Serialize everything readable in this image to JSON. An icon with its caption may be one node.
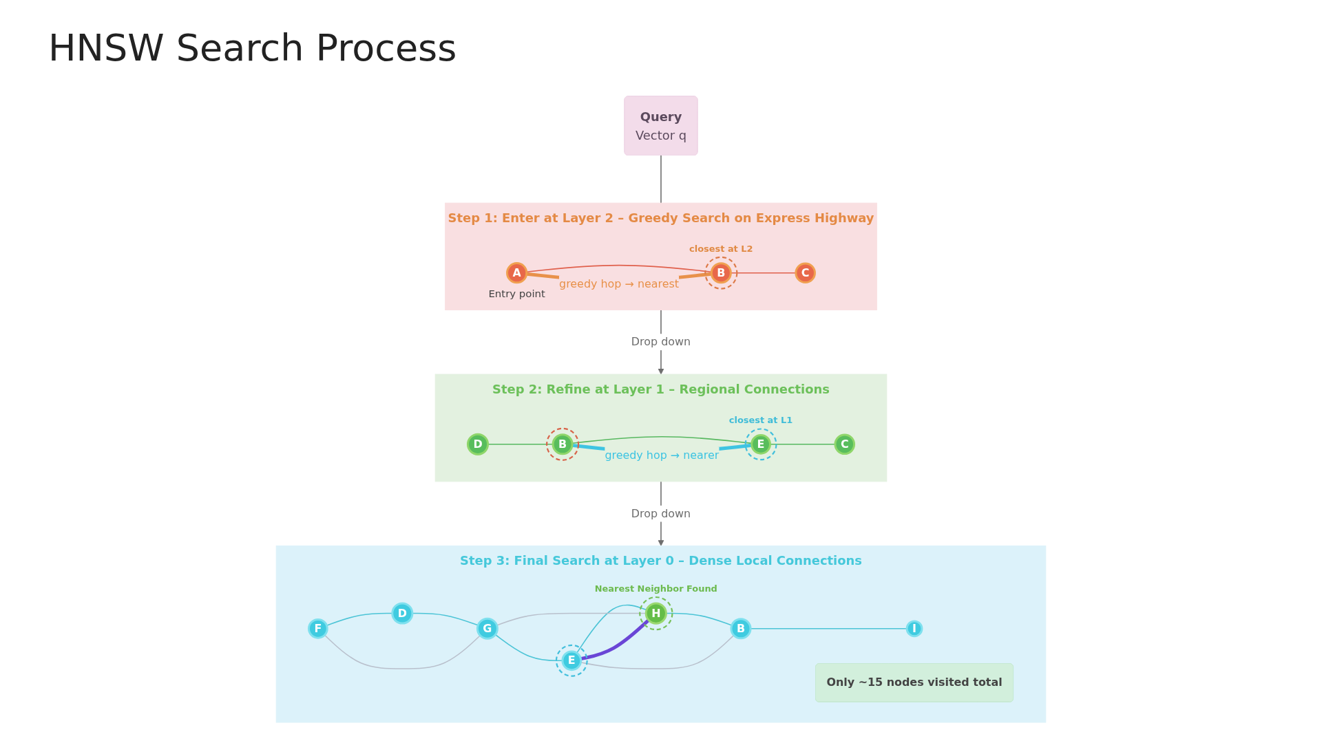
{
  "diagram": {
    "title": "HNSW Search Process",
    "nodes": [
      {
        "text": [
          "Query",
          "Vector q"
        ]
      },
      {
        "text": [
          "Step 1: Enter at Layer 2 – Greedy Search on Express Highway"
        ]
      },
      {
        "text": [
          "A"
        ],
        "in": 1,
        "beside": [
          "Entry point"
        ]
      },
      {
        "text": [
          "B"
        ],
        "in": 1,
        "beside": [
          "closest at L2"
        ]
      },
      {
        "text": [
          "C"
        ],
        "in": 1
      },
      {
        "text": [
          "Step 2: Refine at Layer 1 – Regional Connections"
        ]
      },
      {
        "text": [
          "D"
        ],
        "in": 5
      },
      {
        "text": [
          "B"
        ],
        "in": 5
      },
      {
        "text": [
          "E"
        ],
        "in": 5,
        "beside": [
          "closest at L1"
        ]
      },
      {
        "text": [
          "C"
        ],
        "in": 5
      },
      {
        "text": [
          "Step 3: Final Search at Layer 0 – Dense Local Connections"
        ]
      },
      {
        "text": [
          "F"
        ],
        "in": 10
      },
      {
        "text": [
          "D"
        ],
        "in": 10
      },
      {
        "text": [
          "G"
        ],
        "in": 10
      },
      {
        "text": [
          "E"
        ],
        "in": 10
      },
      {
        "text": [
          "H"
        ],
        "in": 10,
        "beside": [
          "Nearest Neighbor Found"
        ]
      },
      {
        "text": [
          "B"
        ],
        "in": 10
      },
      {
        "text": [
          "I"
        ],
        "in": 10
      },
      {
        "text": [
          "Only ~15 nodes visited total"
        ],
        "in": 10
      }
    ],
    "edges": [
      {
        "from": 0,
        "to": 1,
        "arrow": "none",
        "color": "#6e6e6e"
      },
      {
        "from": 2,
        "to": 3,
        "arrow": "none",
        "color": "#e0604c"
      },
      {
        "from": 2,
        "to": 3,
        "arrow": "none",
        "label": "greedy hop → nearest",
        "style": "thick",
        "color": "#e8914a"
      },
      {
        "from": 3,
        "to": 4,
        "arrow": "none",
        "color": "#e0604c"
      },
      {
        "from": 1,
        "to": 5,
        "arrow": "to",
        "label": "Drop down",
        "color": "#6e6e6e"
      },
      {
        "from": 6,
        "to": 7,
        "arrow": "none",
        "color": "#58b860"
      },
      {
        "from": 7,
        "to": 8,
        "arrow": "none",
        "color": "#58b860"
      },
      {
        "from": 7,
        "to": 8,
        "arrow": "none",
        "label": "greedy hop → nearer",
        "style": "thick",
        "color": "#3ec4e2"
      },
      {
        "from": 8,
        "to": 9,
        "arrow": "none",
        "color": "#58b860"
      },
      {
        "from": 5,
        "to": 10,
        "arrow": "to",
        "label": "Drop down",
        "color": "#6e6e6e"
      },
      {
        "from": 11,
        "to": 12,
        "arrow": "none"
      },
      {
        "from": 12,
        "to": 13,
        "arrow": "none"
      },
      {
        "from": 13,
        "to": 14,
        "arrow": "none"
      },
      {
        "from": 14,
        "to": 15,
        "arrow": "none"
      },
      {
        "from": 15,
        "to": 16,
        "arrow": "none"
      },
      {
        "from": 16,
        "to": 17,
        "arrow": "none"
      },
      {
        "from": 11,
        "to": 13,
        "arrow": "none",
        "color": "#b9c0cc"
      },
      {
        "from": 13,
        "to": 15,
        "arrow": "none",
        "color": "#b9c0cc"
      },
      {
        "from": 14,
        "to": 16,
        "arrow": "none",
        "color": "#b9c0cc"
      },
      {
        "from": 14,
        "to": 15,
        "arrow": "none",
        "style": "thick",
        "color": "#6a46d6"
      }
    ]
  }
}
